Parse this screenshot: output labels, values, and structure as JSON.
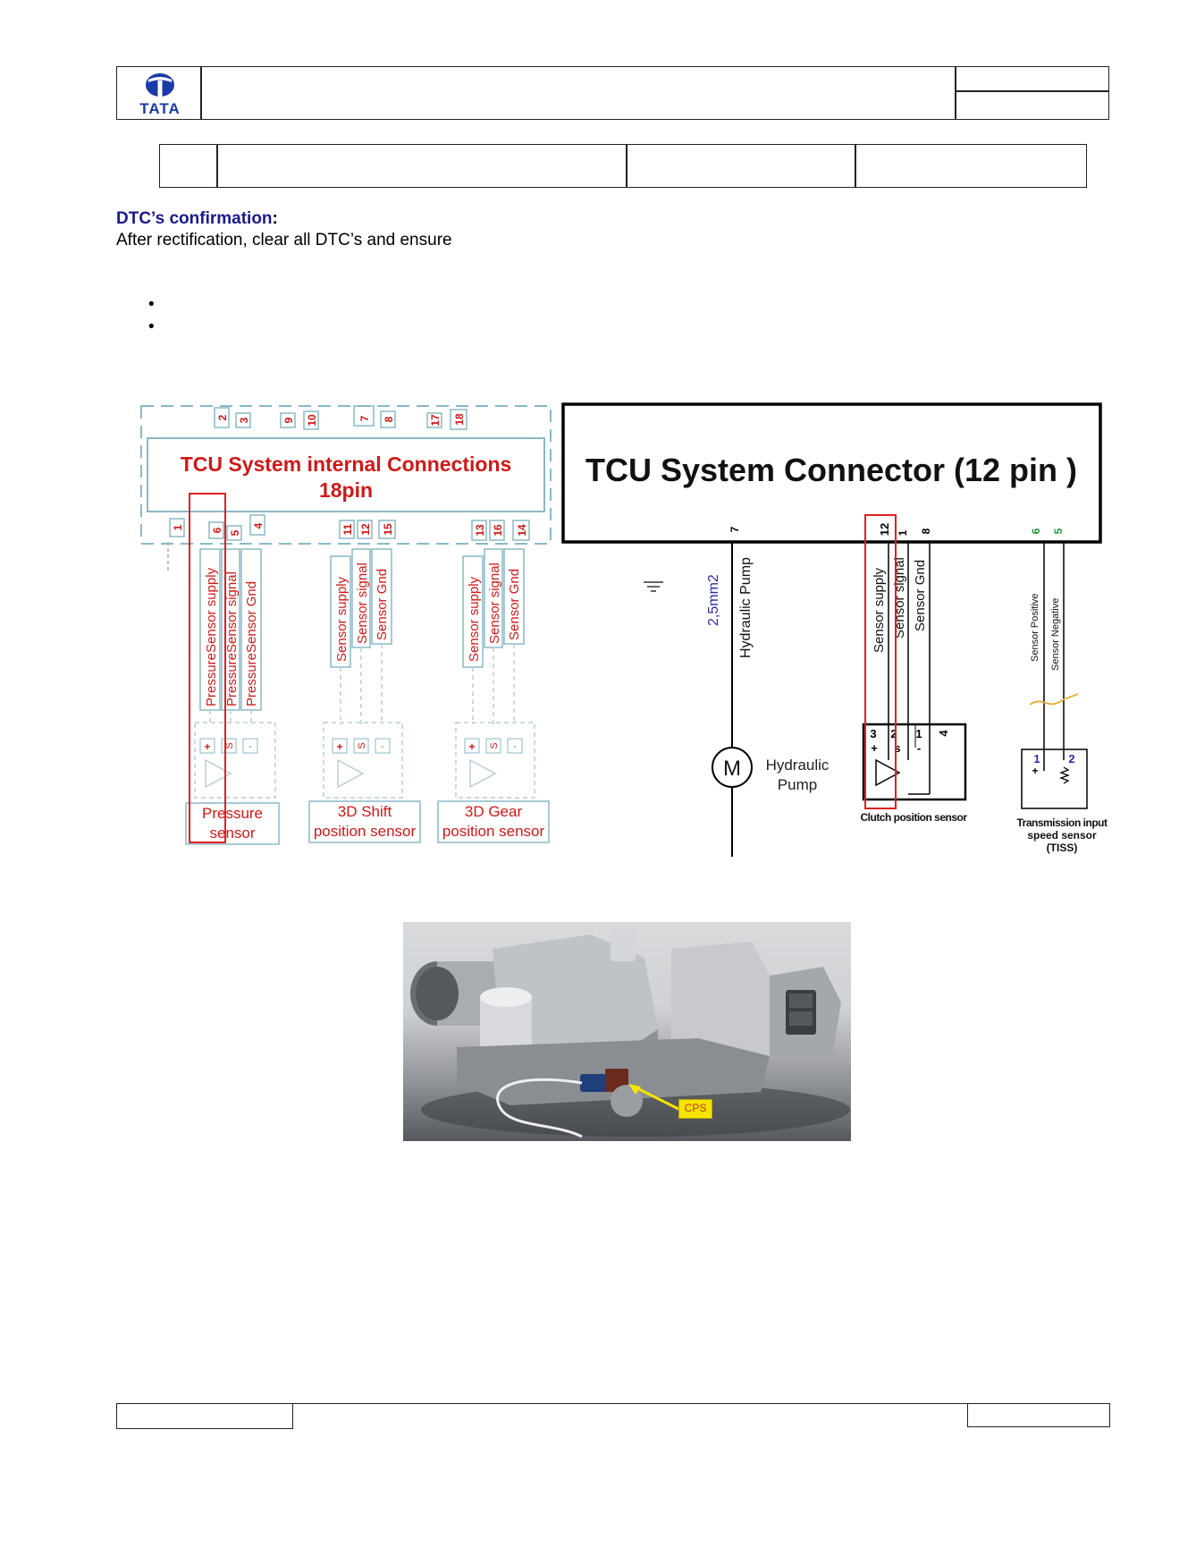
{
  "header": {
    "logo_text": "TATA",
    "brand_color": "#1a3aa8"
  },
  "section": {
    "heading": "DTC’s confirmation",
    "heading_colon": ":",
    "body": "After rectification, clear all DTC’s and ensure"
  },
  "bullets": [
    "•",
    "•"
  ],
  "left_diagram": {
    "title_line1": "TCU  System internal Connections",
    "title_line2": "18pin",
    "top_pins": [
      "2",
      "3",
      "9",
      "10",
      "7",
      "8",
      "17",
      "18"
    ],
    "bottom_pins": [
      "1",
      "6",
      "5",
      "4",
      "11",
      "12",
      "15",
      "13",
      "16",
      "14"
    ],
    "wire_labels": [
      "PressureSensor supply",
      "PressureSensor signal",
      "PressureSensor Gnd",
      "Sensor supply",
      "Sensor signal",
      "Sensor Gnd",
      "Sensor supply",
      "Sensor signal",
      "Sensor Gnd"
    ],
    "sensor_pins": [
      "+",
      "S",
      "-"
    ],
    "sensors": [
      {
        "line1": "Pressure",
        "line2": "sensor"
      },
      {
        "line1": "3D Shift",
        "line2": "position sensor"
      },
      {
        "line1": "3D Gear",
        "line2": "position sensor"
      }
    ]
  },
  "right_diagram": {
    "title": "TCU  System Connector (12 pin )",
    "pins": {
      "pump": "7",
      "supply": "12",
      "signal": "1",
      "gnd": "8",
      "tiss_pos": "6",
      "tiss_neg": "5"
    },
    "wire_size": "2,5mm2",
    "pump_wire_label": "Hydraulic Pump",
    "motor_symbol": "M",
    "motor_label_line1": "Hydraulic",
    "motor_label_line2": "Pump",
    "cps_wires": [
      "Sensor supply",
      "Sensor signal",
      "Sensor Gnd"
    ],
    "cps_pin_numbers": [
      "3",
      "2",
      "1",
      "4"
    ],
    "cps_pin_signs": [
      "+",
      "s",
      "-"
    ],
    "cps_caption": "Clutch position sensor",
    "tiss_wires": [
      "Sensor Positive",
      "Sensor Negative"
    ],
    "tiss_pins": [
      "1",
      "2"
    ],
    "tiss_sign": "+",
    "tiss_caption_line1": "Transmission input",
    "tiss_caption_line2": "speed sensor",
    "tiss_caption_line3": "(TISS)"
  },
  "photo": {
    "callout": "CPS",
    "callout_color": "#f5e400"
  }
}
